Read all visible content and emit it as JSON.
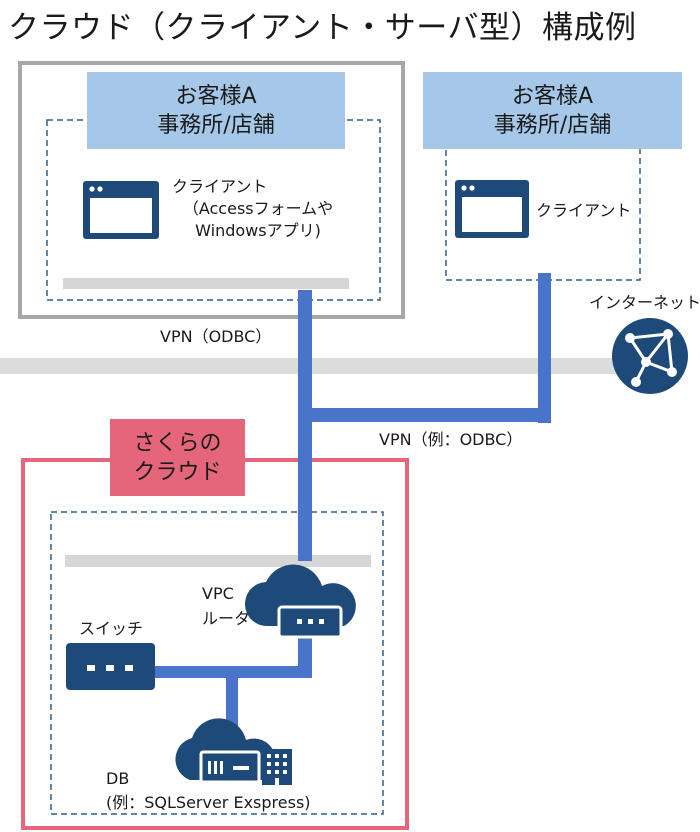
{
  "title": "クラウド（クライアント・サーバ型）構成例",
  "customer_left": {
    "line1": "お客様A",
    "line2": "事務所/店舗"
  },
  "customer_right": {
    "line1": "お客様A",
    "line2": "事務所/店舗"
  },
  "client_left": {
    "line1": "クライアント",
    "line2": "（Accessフォームや",
    "line3": "Windowsアプリ)"
  },
  "client_right": {
    "label": "クライアント"
  },
  "internet": {
    "label": "インターネット"
  },
  "vpn_left": {
    "label": "VPN（ODBC）"
  },
  "vpn_right": {
    "label": "VPN（例：ODBC）"
  },
  "sakura": {
    "line1": "さくらの",
    "line2": "クラウド"
  },
  "vpc_router": {
    "line1": "VPC",
    "line2": "ルータ"
  },
  "switch": {
    "label": "スイッチ"
  },
  "db": {
    "line1": "DB",
    "line2": "(例：SQLServer Exspress)"
  },
  "colors": {
    "navy": "#1e4a7a",
    "connection_blue": "#4a74c9",
    "label_blue": "#a6c8e8",
    "sakura_pink": "#e5667a",
    "gray_frame": "#a7a7a7",
    "internet_band": "#dcdcdc"
  },
  "icons": [
    "window-icon",
    "globe-network-icon",
    "cloud-router-icon",
    "switch-icon",
    "cloud-server-icon",
    "building-icon"
  ]
}
